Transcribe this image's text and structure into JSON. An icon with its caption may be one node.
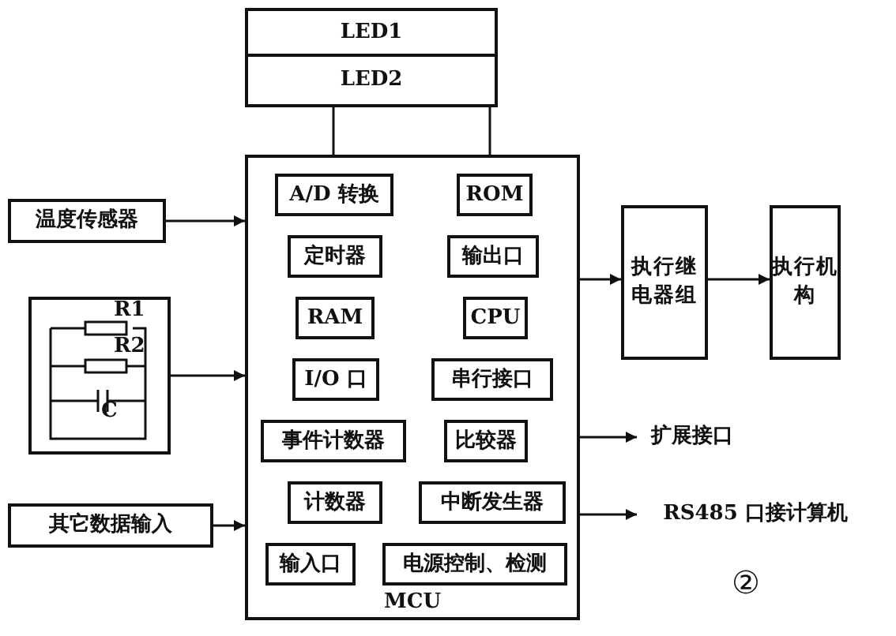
{
  "diagram": {
    "nodes": [
      {
        "text": [
          "LED1"
        ]
      },
      {
        "text": [
          "LED2"
        ]
      },
      {
        "text": [
          "温度传感器"
        ]
      },
      {
        "text": [
          "R1",
          "R2",
          "C"
        ]
      },
      {
        "text": [
          "其它数据输入"
        ]
      },
      {
        "text": [
          "MCU"
        ]
      },
      {
        "text": [
          "A/D 转换"
        ],
        "in": 5
      },
      {
        "text": [
          "ROM"
        ],
        "in": 5
      },
      {
        "text": [
          "定时器"
        ],
        "in": 5
      },
      {
        "text": [
          "输出口"
        ],
        "in": 5
      },
      {
        "text": [
          "RAM"
        ],
        "in": 5
      },
      {
        "text": [
          "CPU"
        ],
        "in": 5
      },
      {
        "text": [
          "I/O 口"
        ],
        "in": 5
      },
      {
        "text": [
          "串行接口"
        ],
        "in": 5
      },
      {
        "text": [
          "事件计数器"
        ],
        "in": 5
      },
      {
        "text": [
          "比较器"
        ],
        "in": 5
      },
      {
        "text": [
          "计数器"
        ],
        "in": 5
      },
      {
        "text": [
          "中断发生器"
        ],
        "in": 5
      },
      {
        "text": [
          "输入口"
        ],
        "in": 5
      },
      {
        "text": [
          "电源控制、检测"
        ],
        "in": 5
      },
      {
        "text": [
          "执行继电器组"
        ]
      },
      {
        "text": [
          "执行机构"
        ]
      },
      {
        "text": [
          "扩展接口"
        ]
      },
      {
        "text": [
          "RS485 口接计算机"
        ]
      }
    ],
    "edges": [
      {
        "from": 2,
        "to": 5,
        "arrow": "to"
      },
      {
        "from": 3,
        "to": 5,
        "arrow": "to"
      },
      {
        "from": 4,
        "to": 5,
        "arrow": "to"
      },
      {
        "from": 5,
        "to": 1,
        "arrow": "none"
      },
      {
        "from": 5,
        "to": 1,
        "arrow": "none"
      },
      {
        "from": 5,
        "to": 20,
        "arrow": "to"
      },
      {
        "from": 20,
        "to": 21,
        "arrow": "to"
      },
      {
        "from": 5,
        "to": 22,
        "arrow": "to"
      },
      {
        "from": 5,
        "to": 23,
        "arrow": "to"
      }
    ],
    "labels": [
      "②"
    ]
  }
}
